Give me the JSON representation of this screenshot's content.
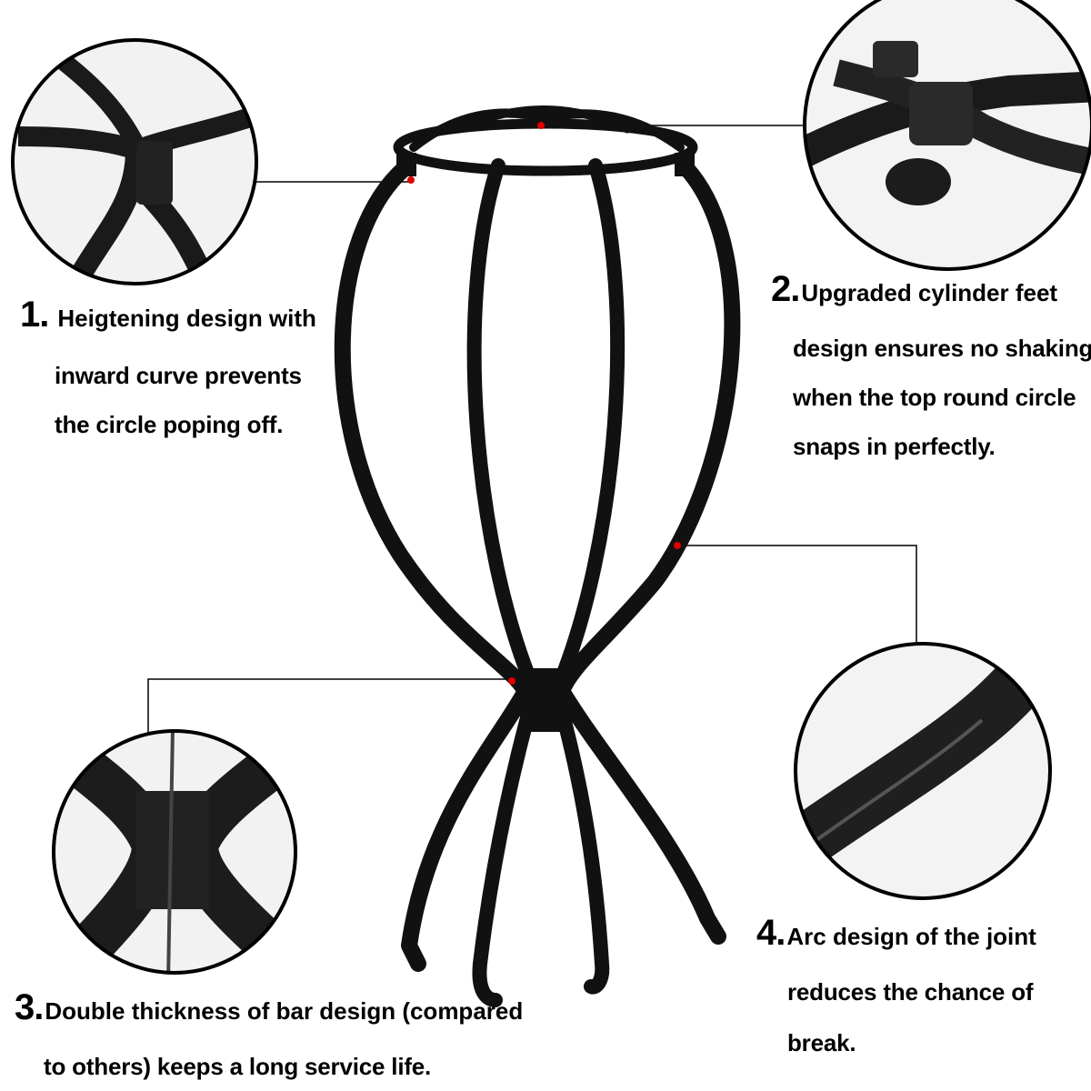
{
  "colors": {
    "background": "#ffffff",
    "stand": "#111111",
    "leader": "#000000",
    "marker": "#e00000"
  },
  "features": [
    {
      "number": "1.",
      "lines": [
        "Heigtening design with",
        "inward curve prevents",
        "the circle poping off."
      ]
    },
    {
      "number": "2.",
      "lines": [
        "Upgraded cylinder feet",
        "design ensures no shaking",
        "when the top round circle",
        "snaps in perfectly."
      ]
    },
    {
      "number": "3.",
      "lines": [
        "Double thickness of bar design (compared",
        "to others) keeps a long service life."
      ]
    },
    {
      "number": "4.",
      "lines": [
        "Arc design of the joint",
        "reduces the chance of",
        "break."
      ]
    }
  ],
  "callouts": [
    {
      "name": "heightening-joint",
      "depicts": "inward-curve-joint-closeup"
    },
    {
      "name": "cylinder-feet",
      "depicts": "top-circle-snap-closeup"
    },
    {
      "name": "double-thickness-bar",
      "depicts": "center-cross-joint-closeup"
    },
    {
      "name": "arc-joint",
      "depicts": "arc-bar-closeup"
    }
  ]
}
